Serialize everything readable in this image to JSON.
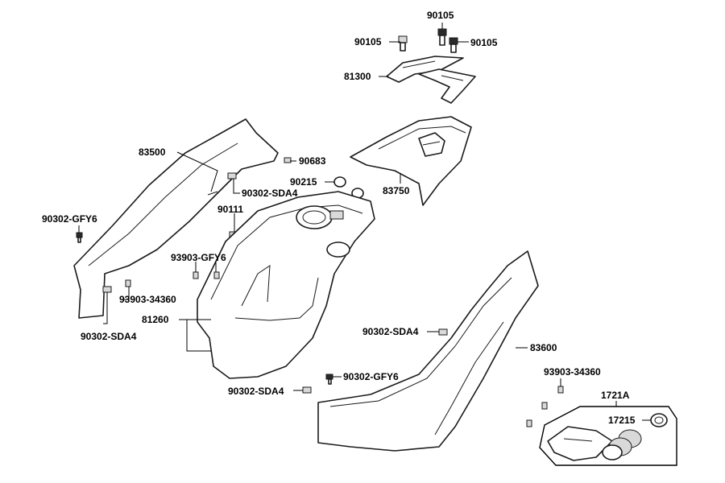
{
  "callouts": {
    "p90105_left": "90105",
    "p90105_top": "90105",
    "p90105_right": "90105",
    "p81300": "81300",
    "p83500": "83500",
    "p90683": "90683",
    "p90215": "90215",
    "p83750": "83750",
    "p90302_sda4_a": "90302-SDA4",
    "p90111": "90111",
    "p90302_gfy6_a": "90302-GFY6",
    "p93903_gfy6": "93903-GFY6",
    "p93903_34360_a": "93903-34360",
    "p81260": "81260",
    "p90302_sda4_b": "90302-SDA4",
    "p90302_sda4_c": "90302-SDA4",
    "p83600": "83600",
    "p90302_gfy6_b": "90302-GFY6",
    "p90302_sda4_d": "90302-SDA4",
    "p93903_34360_b": "93903-34360",
    "p1721a": "1721A",
    "p17215": "17215"
  }
}
